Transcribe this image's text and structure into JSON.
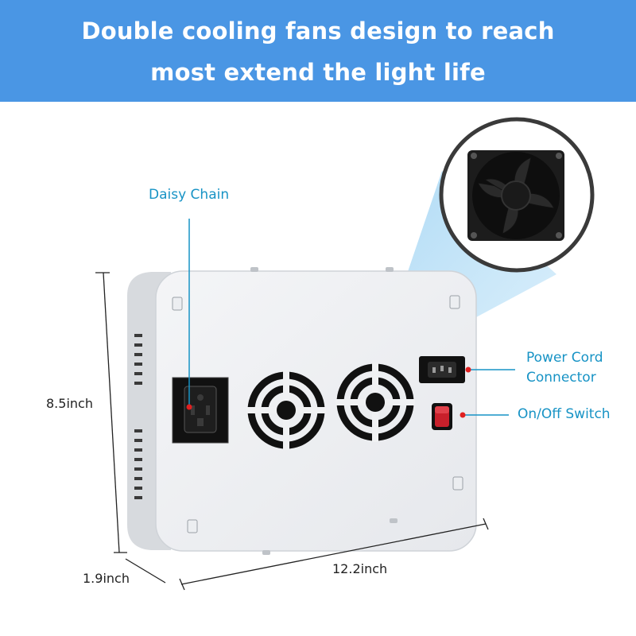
{
  "banner": {
    "line1": "Double cooling fans design to reach",
    "line2": "most extend the light life",
    "background_color": "#4a96e4"
  },
  "callouts": {
    "daisy_chain": "Daisy Chain",
    "power_cord_line1": "Power Cord",
    "power_cord_line2": "Connector",
    "on_off_switch": "On/Off Switch",
    "color": "#1793c5"
  },
  "dimensions": {
    "height": "8.5inch",
    "width": "12.2inch",
    "depth": "1.9inch"
  },
  "icons": [
    "fan-icon",
    "power-socket-icon",
    "daisy-chain-outlet-icon",
    "rocker-switch-icon"
  ]
}
